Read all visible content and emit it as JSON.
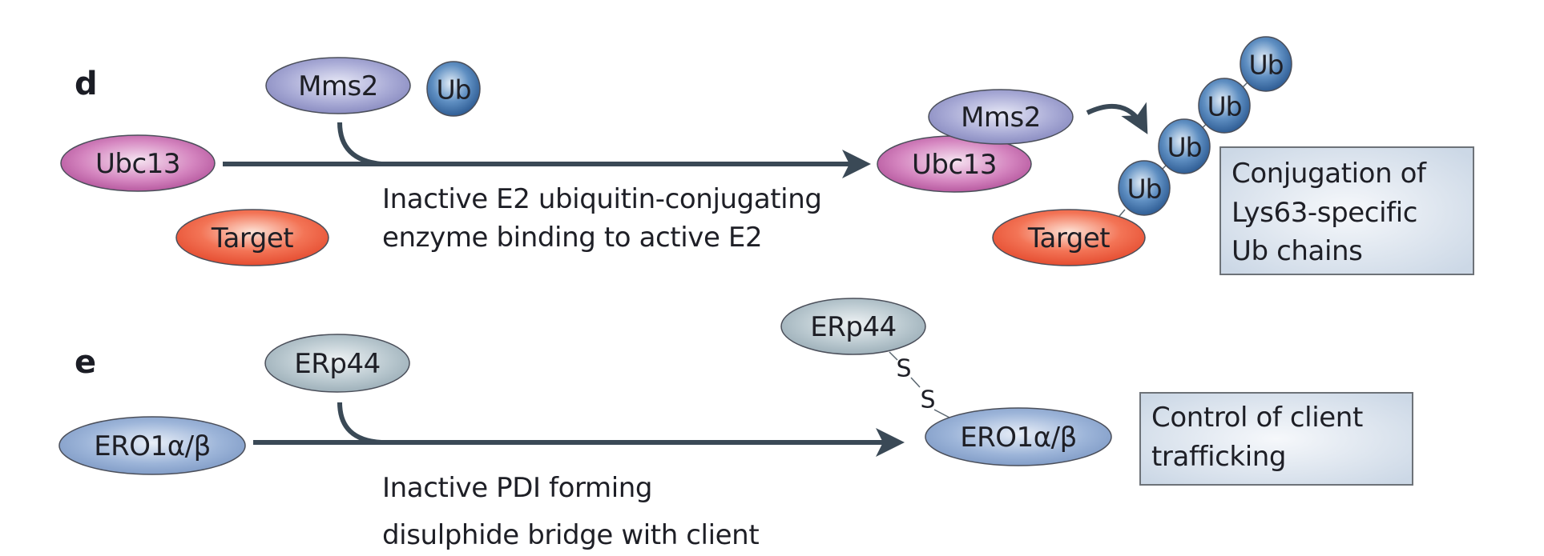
{
  "colors": {
    "connector": "#3a4956",
    "ubc13": "#c262a8",
    "mms2": "#9a9ccc",
    "ub": "#3a6fa8",
    "target": "#ee5a3e",
    "erp44": "#a9bcc6",
    "ero1": "#8fa9d0",
    "box_fill": "#dbe4ef",
    "text": "#1e1f26"
  },
  "panel_d": {
    "letter": "d",
    "left": {
      "ubc13": "Ubc13",
      "mms2": "Mms2",
      "ub": "Ub",
      "target": "Target"
    },
    "caption": [
      "Inactive E2 ubiquitin-conjugating",
      "enzyme binding to active E2"
    ],
    "right": {
      "mms2": "Mms2",
      "ubc13": "Ubc13",
      "target": "Target",
      "ub_chain": [
        "Ub",
        "Ub",
        "Ub",
        "Ub"
      ]
    },
    "outcome_box": [
      "Conjugation of",
      "Lys63-specific",
      "Ub chains"
    ]
  },
  "panel_e": {
    "letter": "e",
    "left": {
      "ero1": "ERO1α/β",
      "erp44": "ERp44"
    },
    "caption": [
      "Inactive PDI forming",
      "disulphide bridge with client"
    ],
    "right": {
      "erp44": "ERp44",
      "ero1": "ERO1α/β",
      "disulphide": [
        "S",
        "S"
      ]
    },
    "outcome_box": [
      "Control of client",
      "trafficking"
    ]
  }
}
